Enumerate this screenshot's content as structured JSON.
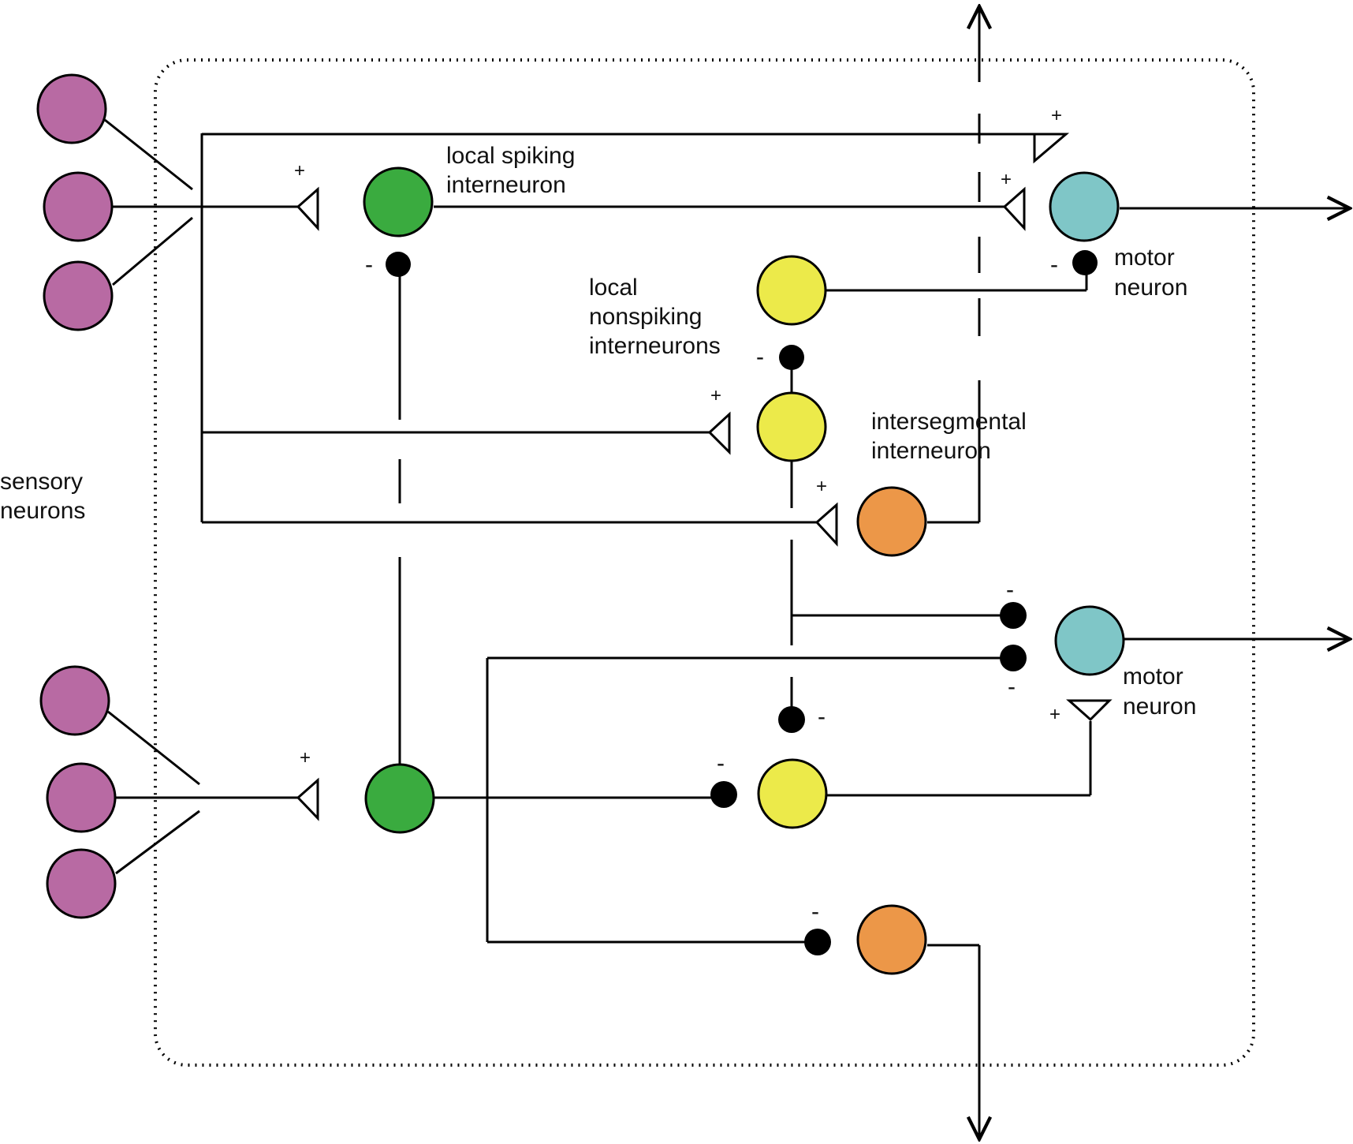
{
  "labels": {
    "sensory": [
      "sensory",
      "neurons"
    ],
    "local_spiking": [
      "local spiking",
      "interneuron"
    ],
    "local_nonspiking": [
      "local",
      "nonspiking",
      "interneurons"
    ],
    "intersegmental": [
      "intersegmental",
      "interneuron"
    ],
    "motor_top": [
      "motor",
      "neuron"
    ],
    "motor_bottom": [
      "motor",
      "neuron"
    ]
  },
  "signs": {
    "excitatory": "+",
    "inhibitory": "-"
  },
  "colors": {
    "sensory": "#b86aa3",
    "local_spiking": "#3aab3f",
    "nonspiking": "#ecea4a",
    "intersegmental": "#ec9748",
    "motor": "#7fc6c7",
    "line": "#000000",
    "border_dots": "#000000"
  }
}
